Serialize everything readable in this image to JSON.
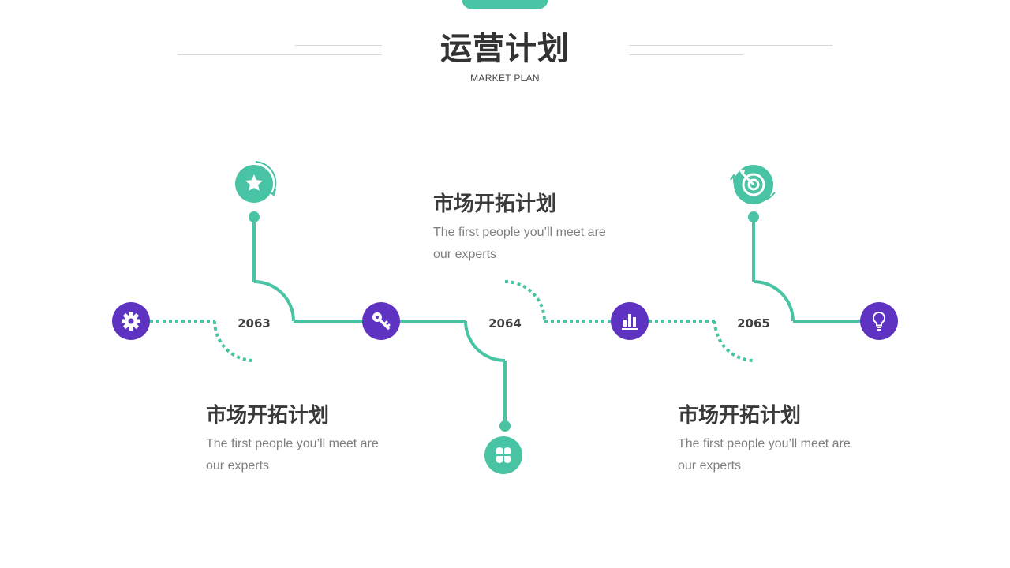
{
  "header": {
    "title": "运营计划",
    "subtitle": "MARKET PLAN"
  },
  "timeline": {
    "years": [
      "2063",
      "2064",
      "2065"
    ]
  },
  "cards": [
    {
      "title": "市场开拓计划",
      "description": "The first people you’ll meet are our experts"
    },
    {
      "title": "市场开拓计划",
      "description": "The first people you’ll meet are our experts"
    },
    {
      "title": "市场开拓计划",
      "description": "The first people you’ll meet are our experts"
    }
  ],
  "icons": {
    "axis_nodes": [
      "gear-icon",
      "key-icon",
      "bar-chart-icon",
      "lightbulb-icon"
    ],
    "branch_nodes": [
      "star-refresh-icon",
      "clover-icon",
      "target-refresh-icon"
    ]
  },
  "colors": {
    "accent_teal": "#48c3a3",
    "accent_purple": "#5e33c1",
    "title_text": "#333333",
    "body_text": "#7f7f7f"
  }
}
